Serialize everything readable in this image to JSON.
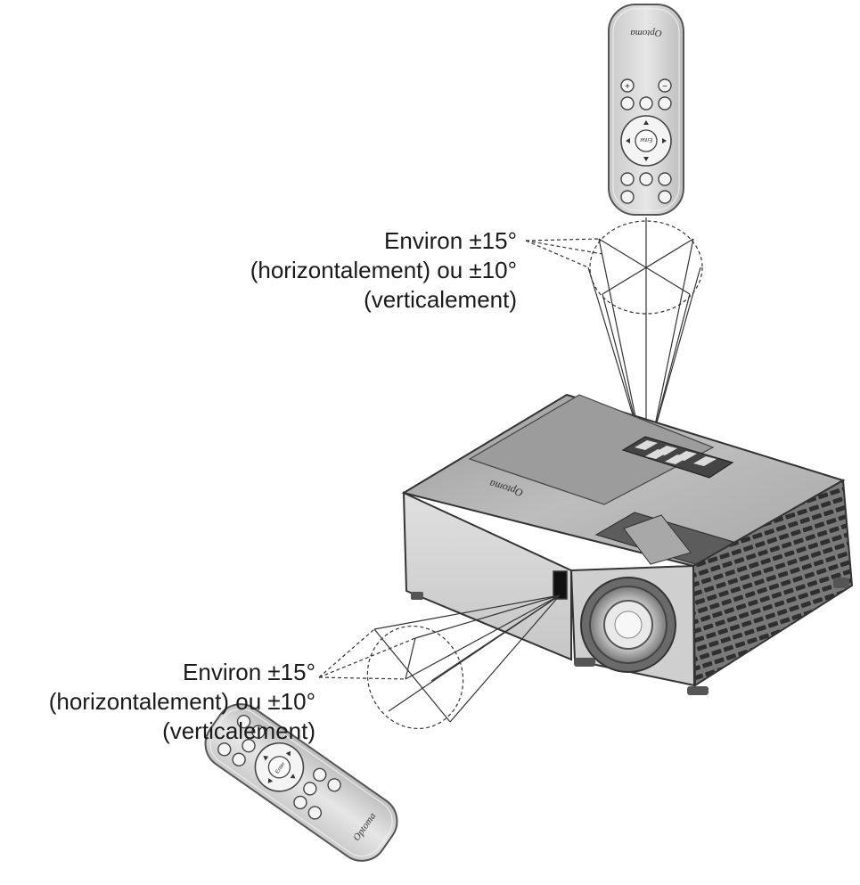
{
  "annotations": {
    "top": {
      "line1": "Environ ±15°",
      "line2": "(horizontalement) ou ±10°",
      "line3": "(verticalement)"
    },
    "bottom": {
      "line1": "Environ ±15°",
      "line2": "(horizontalement) ou ±10°",
      "line3": "(verticalement)"
    }
  },
  "brand": "Optoma",
  "remote_buttons": {
    "enter": "Enter"
  },
  "colors": {
    "line": "#333333",
    "device_fill": "#d9d9d9",
    "device_shadow": "#8f8f8f",
    "button_fill": "#f4f4f4"
  }
}
